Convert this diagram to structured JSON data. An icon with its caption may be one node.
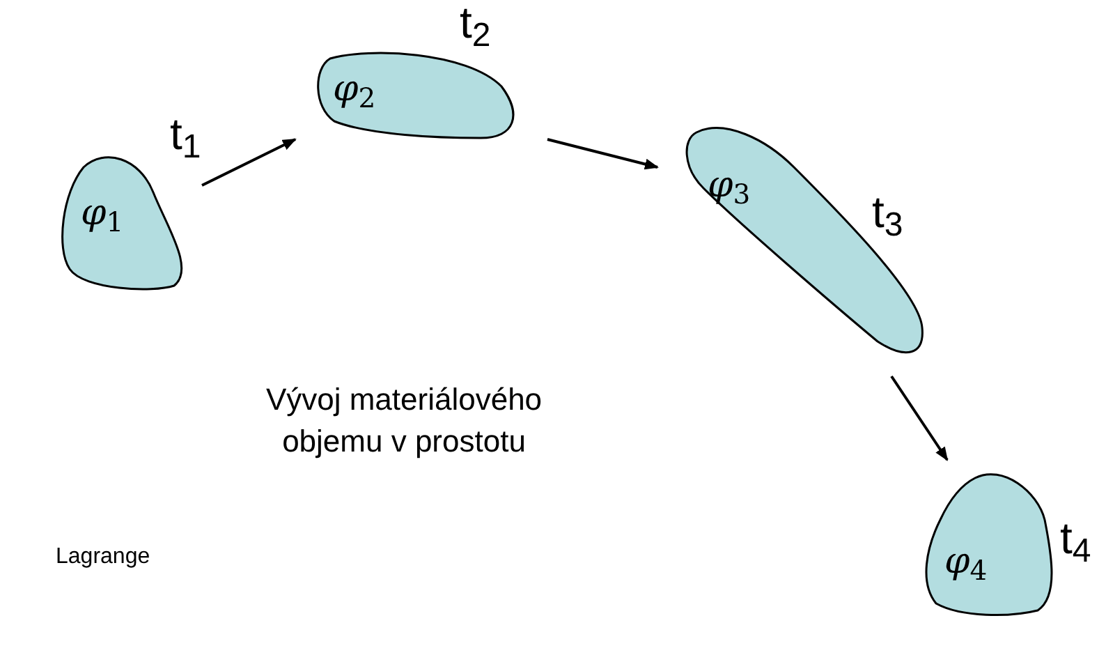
{
  "diagram": {
    "nodes": [
      {
        "text": [
          "*φ*$_{1}$"
        ],
        "beside": [
          "t$_{1}$"
        ]
      },
      {
        "text": [
          "*φ*$_{2}$"
        ],
        "beside": [
          "t$_{2}$"
        ]
      },
      {
        "text": [
          "*φ*$_{3}$"
        ],
        "beside": [
          "t$_{3}$"
        ]
      },
      {
        "text": [
          "*φ*$_{4}$"
        ],
        "beside": [
          "t$_{4}$"
        ]
      }
    ],
    "edges": [
      {
        "from": 0,
        "to": 1,
        "arrow": "to"
      },
      {
        "from": 1,
        "to": 2,
        "arrow": "to"
      },
      {
        "from": 2,
        "to": 3,
        "arrow": "to"
      }
    ],
    "labels": [
      "Vývoj materiálového objemu v prostotu",
      "Lagrange"
    ]
  }
}
